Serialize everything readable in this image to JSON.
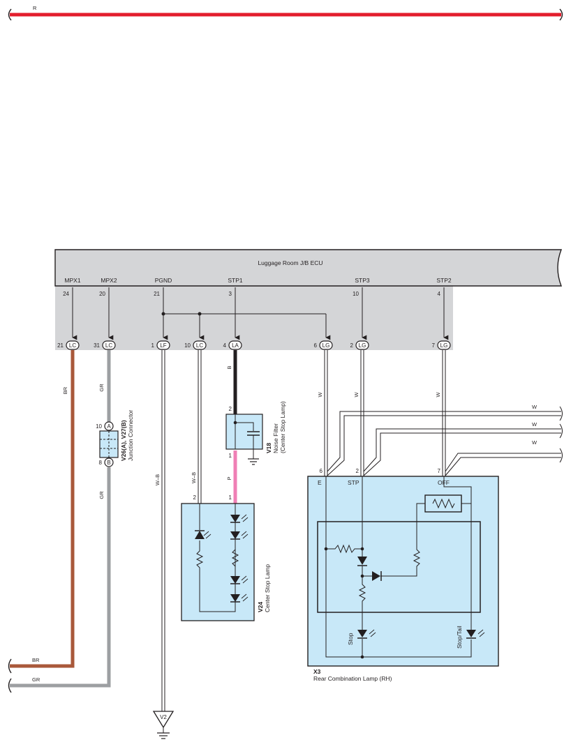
{
  "colors": {
    "red_wire": "#e31e2d",
    "brown_wire": "#a9583a",
    "gray_wire": "#9d9fa2",
    "black_wire": "#231f20",
    "pink_wire": "#ef7fb5",
    "ecu_fill": "#d4d5d7",
    "component_fill": "#c8e8f8"
  },
  "top_wire": {
    "label": "R"
  },
  "ecu": {
    "title": "Luggage Room J/B ECU",
    "terminals": [
      {
        "name": "MPX1",
        "pin": "24",
        "conn_pin": "21",
        "conn": "LC"
      },
      {
        "name": "MPX2",
        "pin": "20",
        "conn_pin": "31",
        "conn": "LC"
      },
      {
        "name": "PGND",
        "pin": "21",
        "conn_pin": "1",
        "conn": "LF"
      },
      {
        "name": "",
        "pin": "",
        "conn_pin": "10",
        "conn": "LC"
      },
      {
        "name": "STP1",
        "pin": "3",
        "conn_pin": "4",
        "conn": "LA"
      },
      {
        "name": "",
        "pin": "",
        "conn_pin": "6",
        "conn": "LG"
      },
      {
        "name": "STP3",
        "pin": "10",
        "conn_pin": "2",
        "conn": "LG"
      },
      {
        "name": "STP2",
        "pin": "4",
        "conn_pin": "7",
        "conn": "LG"
      }
    ]
  },
  "wires": {
    "br": "BR",
    "gr": "GR",
    "gr2": "GR",
    "wb1": "W–B",
    "wb2": "W–B",
    "b": "B",
    "p": "P",
    "w1": "W",
    "w2": "W",
    "w3": "W",
    "w_right1": "W",
    "w_right2": "W",
    "w_right3": "W",
    "br_bottom": "BR",
    "gr_bottom": "GR"
  },
  "junction": {
    "code": "V26(A), V27(B)",
    "name": "Junction Connector",
    "pin_top": "10",
    "conn_top": "A",
    "pin_bottom": "8",
    "conn_bottom": "B"
  },
  "noise_filter": {
    "code": "V18",
    "name_line1": "Noise Filter",
    "name_line2": "(Center Stop Lamp)",
    "pin_top": "2",
    "pin_bottom": "1"
  },
  "center_stop": {
    "code": "V24",
    "name": "Center Stop Lamp",
    "pin_left": "2",
    "pin_right": "1"
  },
  "rear_combo": {
    "code": "X3",
    "name": "Rear Combination Lamp (RH)",
    "pins": [
      "6",
      "2",
      "7"
    ],
    "terms": [
      "E",
      "STP",
      "OFF"
    ],
    "stop_label": "Stop",
    "stoptail_label": "Stop/Tail"
  },
  "ground": {
    "label": "V2"
  }
}
